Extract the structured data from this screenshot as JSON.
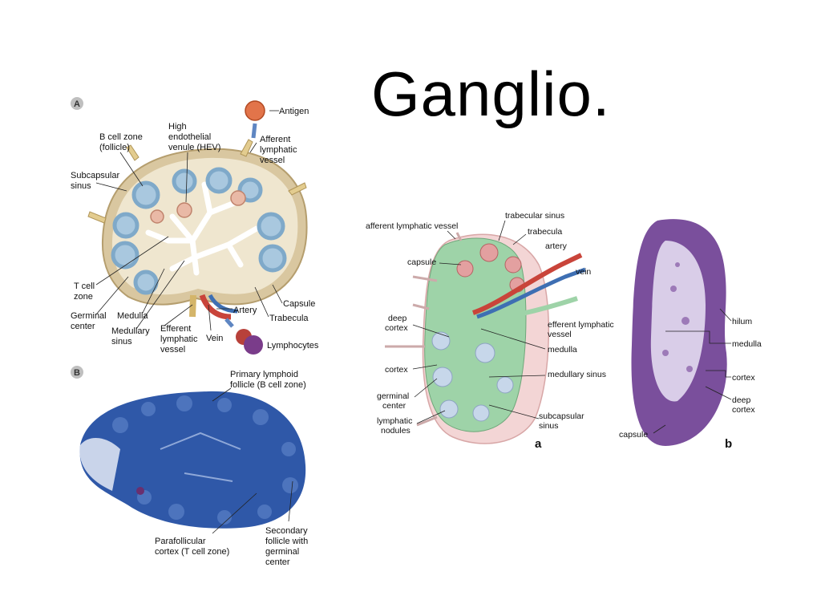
{
  "slide": {
    "title": "Ganglio."
  },
  "panelA": {
    "tag": "A",
    "labels": {
      "antigen": "Antigen",
      "hev_1": "High",
      "hev_2": "endothelial",
      "hev_3": "venule (HEV)",
      "bcell_1": "B cell zone",
      "bcell_2": "(follicle)",
      "aff_1": "Afferent",
      "aff_2": "lymphatic",
      "aff_3": "vessel",
      "subcap_1": "Subcapsular",
      "subcap_2": "sinus",
      "tcell_1": "T cell",
      "tcell_2": "zone",
      "germ_1": "Germinal",
      "germ_2": "center",
      "medulla": "Medulla",
      "artery": "Artery",
      "capsule": "Capsule",
      "trabecula": "Trabecula",
      "medsinus_1": "Medullary",
      "medsinus_2": "sinus",
      "eff_1": "Efferent",
      "eff_2": "lymphatic",
      "eff_3": "vessel",
      "vein": "Vein",
      "lymphocytes": "Lymphocytes"
    }
  },
  "panelB": {
    "tag": "B",
    "labels": {
      "prim_1": "Primary lymphoid",
      "prim_2": "follicle (B cell zone)",
      "para_1": "Parafollicular",
      "para_2": "cortex (T cell zone)",
      "sec_1": "Secondary",
      "sec_2": "follicle with",
      "sec_3": "germinal",
      "sec_4": "center"
    }
  },
  "panelC": {
    "tag": "a",
    "labels": {
      "aff": "afferent lymphatic vessel",
      "trabsinus": "trabecular sinus",
      "trabecula": "trabecula",
      "artery": "artery",
      "capsule": "capsule",
      "vein": "vein",
      "deep_1": "deep",
      "deep_2": "cortex",
      "eff_1": "efferent lymphatic",
      "eff_2": "vessel",
      "medulla": "medulla",
      "cortex": "cortex",
      "medsinus": "medullary sinus",
      "germ_1": "germinal",
      "germ_2": "center",
      "subcap_1": "subcapsular",
      "subcap_2": "sinus",
      "lymph_1": "lymphatic",
      "lymph_2": "nodules"
    }
  },
  "panelD": {
    "tag": "b",
    "labels": {
      "hilum": "hilum",
      "medulla": "medulla",
      "cortex": "cortex",
      "deep_1": "deep",
      "deep_2": "cortex",
      "capsule": "capsule"
    }
  },
  "colors": {
    "node_tan": "#efe6cf",
    "follicle_blue": "#8fb6d2",
    "histology_blue": "#2f58a8",
    "green_sinus": "#9ed3a8",
    "purple_stain": "#6b3f8f",
    "artery_red": "#c9443a",
    "vein_blue": "#3e6fb3"
  }
}
